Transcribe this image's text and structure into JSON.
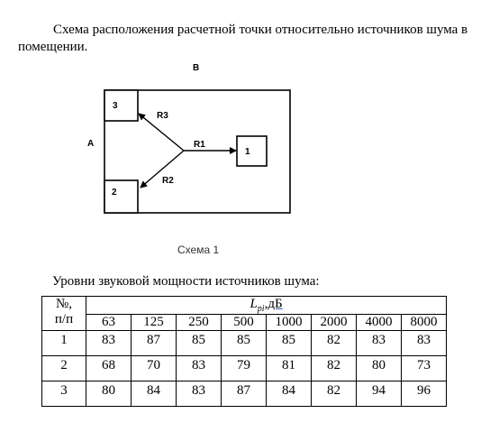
{
  "intro": {
    "text": "Схема расположения расчетной точки относительно источников шума в помещении."
  },
  "scheme": {
    "label_top": "В",
    "label_left": "А",
    "box_3": "3",
    "box_2": "2",
    "box_1": "1",
    "r1": "R1",
    "r2": "R2",
    "r3": "R3",
    "caption": "Схема 1"
  },
  "levels": {
    "title": "Уровни звуковой мощности источников шума:",
    "col_no_line1": "№,",
    "col_no_line2": "п/п",
    "col_lp_symbol": "L",
    "col_lp_sub": "pi",
    "col_lp_unit": ",дБ",
    "frequencies": [
      "63",
      "125",
      "250",
      "500",
      "1000",
      "2000",
      "4000",
      "8000"
    ],
    "rows": [
      {
        "no": "1",
        "values": [
          "83",
          "87",
          "85",
          "85",
          "85",
          "82",
          "83",
          "83"
        ]
      },
      {
        "no": "2",
        "values": [
          "68",
          "70",
          "83",
          "79",
          "81",
          "82",
          "80",
          "73"
        ]
      },
      {
        "no": "3",
        "values": [
          "80",
          "84",
          "83",
          "87",
          "84",
          "82",
          "94",
          "96"
        ]
      }
    ]
  }
}
